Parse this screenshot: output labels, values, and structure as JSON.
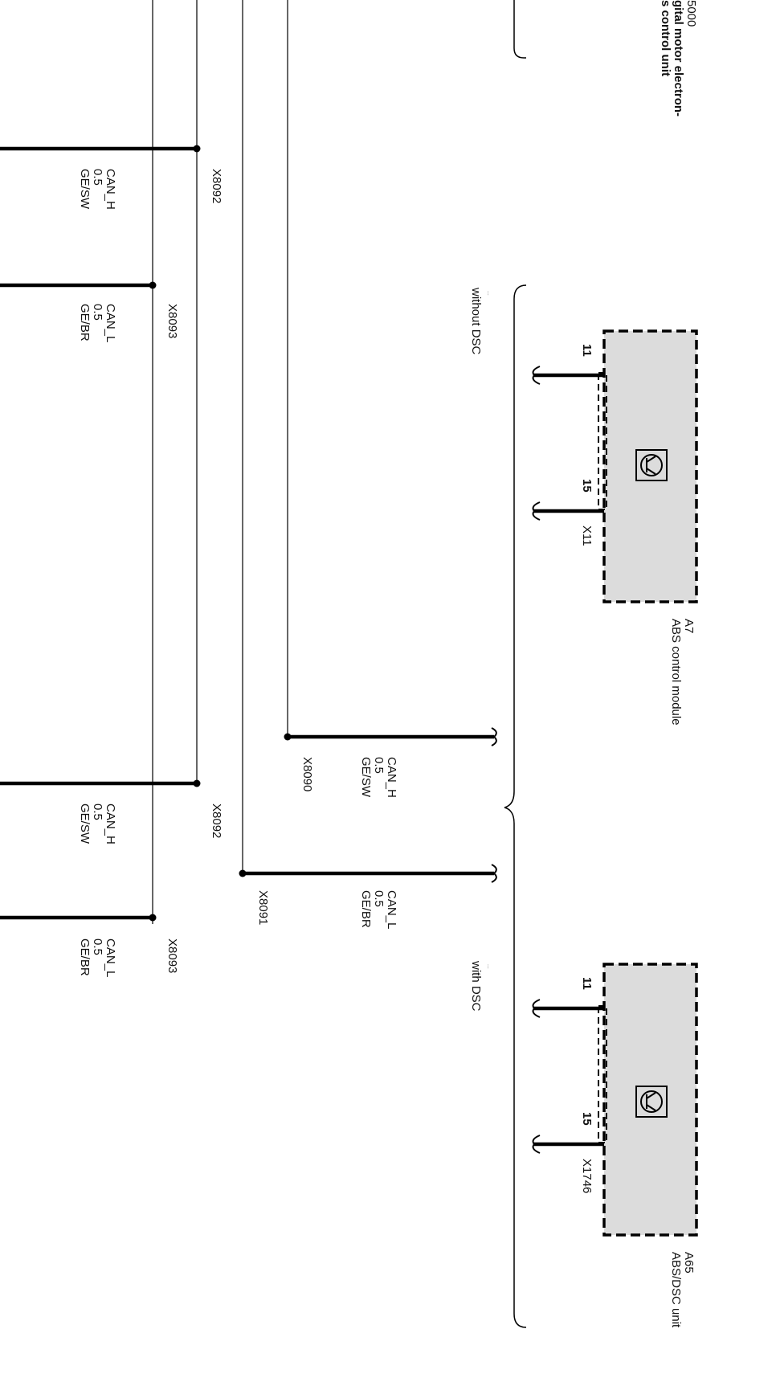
{
  "top_module": {
    "line1": "5000",
    "line2": "gital motor electron-",
    "line3": "s control unit"
  },
  "wires": [
    {
      "signal": "CAN_H",
      "size": "0.5",
      "color": "GE/SW",
      "junction": "X8092"
    },
    {
      "signal": "CAN_L",
      "size": "0.5",
      "color": "GE/BR",
      "junction": "X8093"
    },
    {
      "signal": "CAN_H",
      "size": "0.5",
      "color": "GE/SW",
      "junction": "X8092"
    },
    {
      "signal": "CAN_L",
      "size": "0.5",
      "color": "GE/BR",
      "junction": "X8093"
    },
    {
      "signal": "CAN_H",
      "size": "0.5",
      "color": "GE/SW",
      "junction": "X8090"
    },
    {
      "signal": "CAN_L",
      "size": "0.5",
      "color": "GE/BR",
      "junction": "X8091"
    }
  ],
  "variants": {
    "without": "without DSC",
    "with": "with DSC",
    "note_mark": "..."
  },
  "modules": [
    {
      "id": "A7",
      "name": "ABS control module",
      "connector": "X11",
      "pins": [
        "11",
        "15"
      ]
    },
    {
      "id": "A65",
      "name": "ABS/DSC unit",
      "connector": "X1746",
      "pins": [
        "11",
        "15"
      ]
    }
  ],
  "colors": {
    "line": "#000000",
    "module_fill": "#dcdcdc"
  },
  "icons": {
    "module_symbol": "transistor-module-icon"
  }
}
